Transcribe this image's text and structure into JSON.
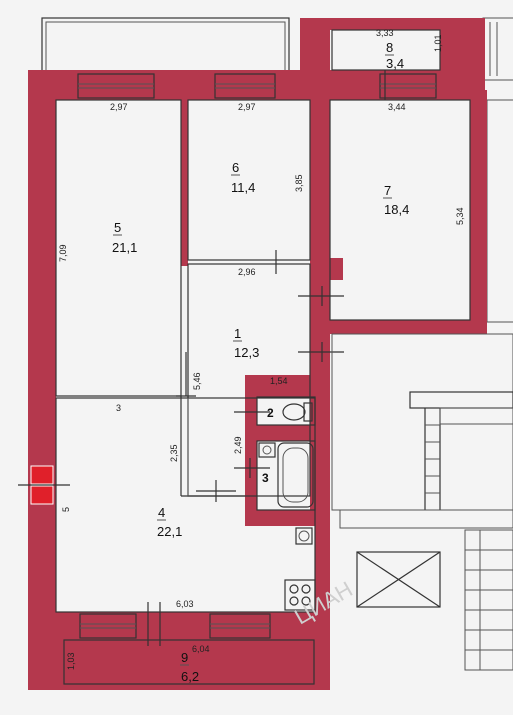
{
  "rooms": [
    {
      "number": "1",
      "area": "12,3"
    },
    {
      "number": "2",
      "area": ""
    },
    {
      "number": "3",
      "area": ""
    },
    {
      "number": "4",
      "area": "22,1"
    },
    {
      "number": "5",
      "area": "21,1"
    },
    {
      "number": "6",
      "area": "11,4"
    },
    {
      "number": "7",
      "area": "18,4"
    },
    {
      "number": "8",
      "area": "3,4"
    },
    {
      "number": "9",
      "area": "6,2"
    }
  ],
  "dimensions": {
    "r5_top": "2,97",
    "r6_top": "2,97",
    "r8_top": "3,33",
    "r8_right": "1,01",
    "r7_top": "3,44",
    "r6_right": "3,85",
    "r7_right": "5,34",
    "r5_left": "7,09",
    "r1_top": "2,96",
    "r1_left": "5,46",
    "r2_top": "1,54",
    "r4_top": "3",
    "r4_inner": "2,35",
    "r3_left": "2,49",
    "outer_left": "5",
    "r4_bottom": "6,03",
    "r9_top": "6,04",
    "r9_left": "1,03"
  },
  "watermark": "ЦИАН"
}
